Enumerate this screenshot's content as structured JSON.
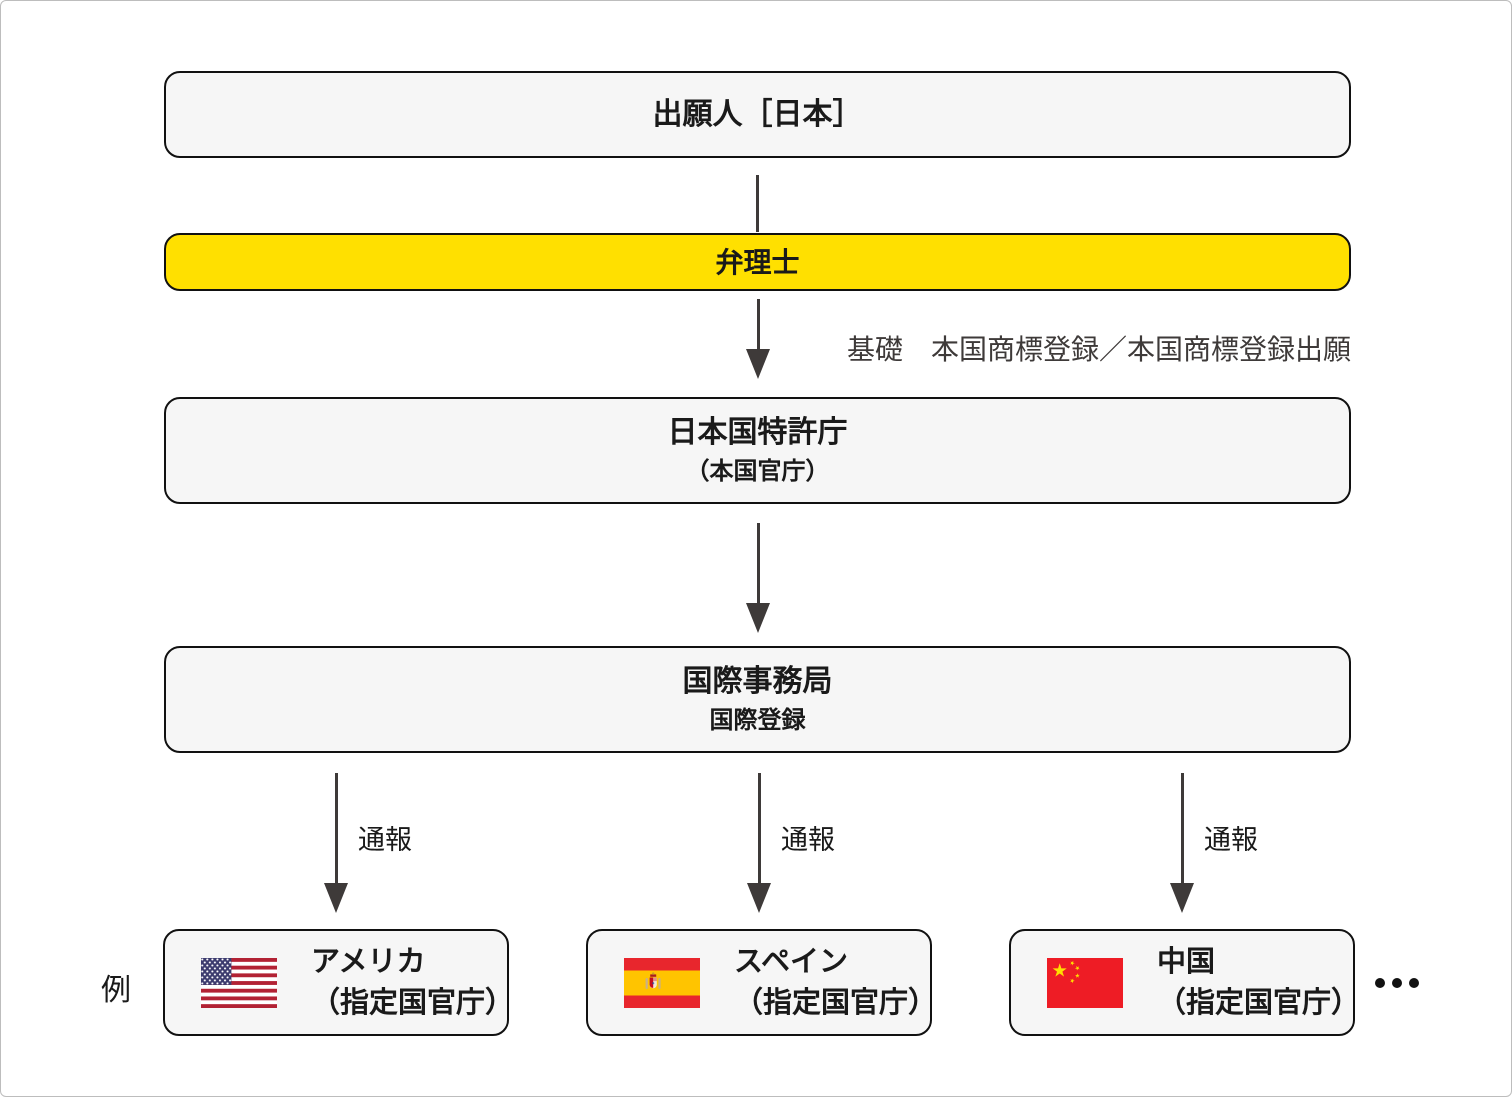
{
  "colors": {
    "box_fill": "#f6f6f6",
    "box_border": "#111111",
    "highlight_yellow": "#ffe000",
    "arrow": "#3e3a39",
    "page_border": "#bdbdbd",
    "usa_flag_red": "#b22234",
    "usa_flag_blue": "#3c3b6e",
    "spain_flag_red": "#e8262d",
    "spain_flag_yellow": "#ffc400",
    "china_flag_red": "#ee1c25",
    "china_flag_yellow": "#ffde00"
  },
  "diagram": {
    "applicant_label": "出願人［日本］",
    "attorney_label": "弁理士",
    "basis_note": "基礎　本国商標登録／本国商標登録出願",
    "jpo_title": "日本国特許庁",
    "jpo_subtitle": "（本国官庁）",
    "ib_title": "国際事務局",
    "ib_subtitle": "国際登録",
    "notification_label": "通報",
    "example_label": "例",
    "ellipsis": "・・・",
    "designated_offices": [
      {
        "country": "アメリカ",
        "subtitle": "（指定国官庁）",
        "flag": "usa-flag"
      },
      {
        "country": "スペイン",
        "subtitle": "（指定国官庁）",
        "flag": "spain-flag"
      },
      {
        "country": "中国",
        "subtitle": "（指定国官庁）",
        "flag": "china-flag"
      }
    ]
  }
}
